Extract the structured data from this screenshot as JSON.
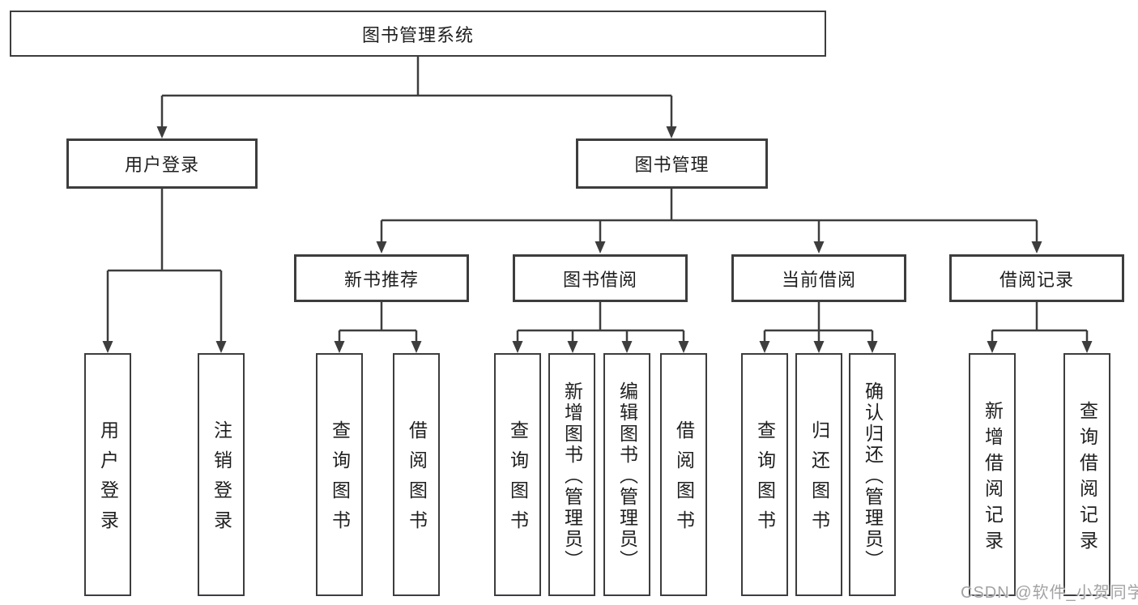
{
  "nodes": {
    "root": {
      "label": "图书管理系统"
    },
    "l2": [
      {
        "label": "用户登录"
      },
      {
        "label": "图书管理"
      }
    ],
    "l3": [
      {
        "label": "新书推荐"
      },
      {
        "label": "图书借阅"
      },
      {
        "label": "当前借阅"
      },
      {
        "label": "借阅记录"
      }
    ],
    "leaves": [
      {
        "label": "用户登录"
      },
      {
        "label": "注销登录"
      },
      {
        "label": "查询图书"
      },
      {
        "label": "借阅图书"
      },
      {
        "label": "查询图书"
      },
      {
        "label": "新增图书（管理员）"
      },
      {
        "label": "编辑图书（管理员）"
      },
      {
        "label": "借阅图书"
      },
      {
        "label": "查询图书"
      },
      {
        "label": "归还图书"
      },
      {
        "label": "确认归还（管理员）"
      },
      {
        "label": "新增借阅记录"
      },
      {
        "label": "查询借阅记录"
      }
    ]
  },
  "watermark": "CSDN @软件_小贺同学",
  "colors": {
    "line": "#3d3d3d",
    "box_border": "#3d3d3d",
    "box_background": "#ffffff",
    "text": "#1f1f1f",
    "watermark": "#a3a3a3",
    "page_background": "#ffffff"
  }
}
